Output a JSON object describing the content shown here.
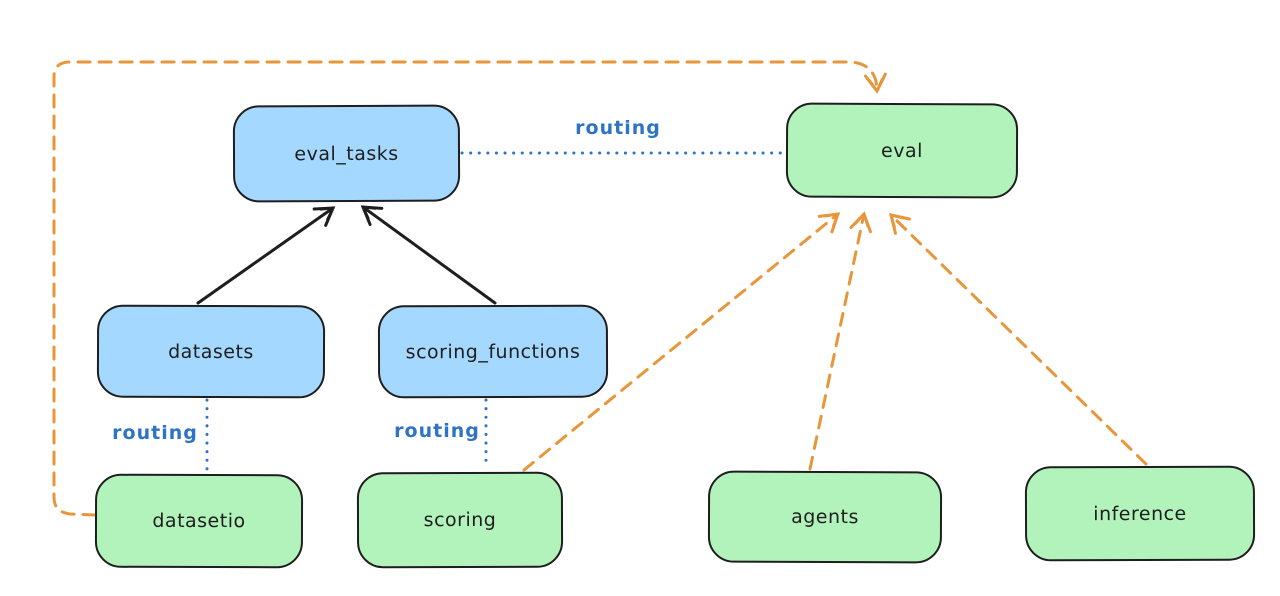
{
  "diagram": {
    "nodes": [
      {
        "id": "eval_tasks",
        "label": "eval_tasks",
        "fill": "blue"
      },
      {
        "id": "eval",
        "label": "eval",
        "fill": "green"
      },
      {
        "id": "datasets",
        "label": "datasets",
        "fill": "blue"
      },
      {
        "id": "scoring_functions",
        "label": "scoring_functions",
        "fill": "blue"
      },
      {
        "id": "datasetio",
        "label": "datasetio",
        "fill": "green"
      },
      {
        "id": "scoring",
        "label": "scoring",
        "fill": "green"
      },
      {
        "id": "agents",
        "label": "agents",
        "fill": "green"
      },
      {
        "id": "inference",
        "label": "inference",
        "fill": "green"
      }
    ],
    "edge_labels": [
      {
        "edge": "eval_tasks-eval",
        "label": "routing"
      },
      {
        "edge": "datasets-datasetio",
        "label": "routing"
      },
      {
        "edge": "scoring_functions-scoring",
        "label": "routing"
      }
    ],
    "edges": [
      {
        "from": "eval_tasks",
        "to": "eval",
        "style": "blue-dotted",
        "label": "routing"
      },
      {
        "from": "datasets",
        "to": "datasetio",
        "style": "blue-dotted",
        "label": "routing"
      },
      {
        "from": "scoring_functions",
        "to": "scoring",
        "style": "blue-dotted",
        "label": "routing"
      },
      {
        "from": "datasets",
        "to": "eval_tasks",
        "style": "black-solid-arrow"
      },
      {
        "from": "scoring_functions",
        "to": "eval_tasks",
        "style": "black-solid-arrow"
      },
      {
        "from": "scoring",
        "to": "eval",
        "style": "orange-dashed-arrow"
      },
      {
        "from": "agents",
        "to": "eval",
        "style": "orange-dashed-arrow"
      },
      {
        "from": "inference",
        "to": "eval",
        "style": "orange-dashed-arrow"
      },
      {
        "from": "datasetio",
        "to": "eval",
        "style": "orange-dashed-arrow-elbow"
      }
    ],
    "colors": {
      "background": "#ffffff",
      "node_stroke": "#1e1e1e",
      "blue_fill": "#a5d8ff",
      "green_fill": "#b2f2bb",
      "routing_blue": "#2e74c4",
      "arrow_orange": "#e8963a",
      "arrow_black": "#1e1e1e"
    }
  }
}
